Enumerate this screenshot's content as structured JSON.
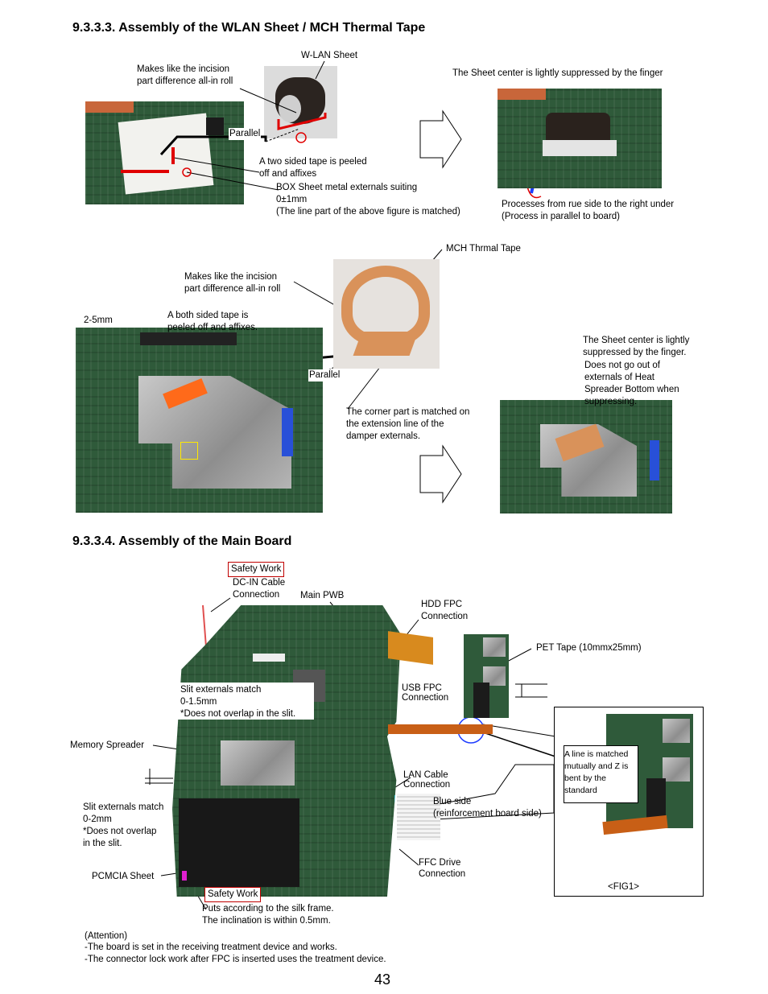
{
  "section_wlan": {
    "heading": "9.3.3.3. Assembly of the WLAN Sheet / MCH Thermal Tape",
    "wlan_sheet_label": "W-LAN Sheet",
    "incision_note_1": "Makes like the incision",
    "incision_note_2": "part difference all-in roll",
    "sheet_center_note": "The Sheet center is lightly suppressed by the finger",
    "parallel_label": "Parallel",
    "two_sided_1": "A two sided tape is peeled",
    "two_sided_2": "off and affixes",
    "box_sheet_1": "BOX Sheet metal externals suiting",
    "box_sheet_2": "0±1mm",
    "box_sheet_3": "(The line part of the above figure is matched)",
    "process_1": "Processes from rue side to the right under",
    "process_2": "(Process  in parallel to board)"
  },
  "section_mch": {
    "tape_label": "MCH Thrmal Tape",
    "incision_note_1": "Makes like the incision",
    "incision_note_2": "part difference all-in roll",
    "range_label": "2-5mm",
    "both_sided_1": "A both sided tape is",
    "both_sided_2": "peeled off and affixes.",
    "parallel_label": "Parallel",
    "center_note_1": "The Sheet center is lightly",
    "center_note_2": "suppressed by the finger.",
    "center_note_3": "Does not go out of",
    "center_note_4": "externals of Heat",
    "center_note_5": "Spreader Bottom when",
    "center_note_6": "suppressing.",
    "corner_1": "The corner part is matched on",
    "corner_2": "the extension line of the",
    "corner_3": "damper externals."
  },
  "section_main": {
    "heading": "9.3.3.4. Assembly of the Main Board",
    "safety_work": "Safety Work",
    "dcin_1": "DC-IN Cable",
    "dcin_2": "Connection",
    "main_pwb": "Main PWB",
    "hdd_1": "HDD FPC",
    "hdd_2": "Connection",
    "pet_tape": "PET Tape (10mmx25mm)",
    "slit1_1": "Slit externals match",
    "slit1_2": "0-1.5mm",
    "slit1_3": "*Does not overlap in the slit.",
    "usb_1": "USB FPC",
    "usb_2": "Connection",
    "memory_spreader": "Memory Spreader",
    "fig1_note_1": "A  line is matched",
    "fig1_note_2": "mutually and Z is",
    "fig1_note_3": "bent by the",
    "fig1_note_4": "standard",
    "lan_1": "LAN Cable",
    "lan_2": "Connection",
    "slit2_1": "Slit externals match",
    "slit2_2": "0-2mm",
    "slit2_3": "*Does not overlap",
    "slit2_4": "in the slit.",
    "blue_1": "Blue side",
    "blue_2": "(reinforcement board side)",
    "ffc_1": "FFC Drive",
    "ffc_2": "Connection",
    "pcmcia": "PCMCIA Sheet",
    "fig1_caption": "<FIG1>",
    "silk_1": "Puts according to the silk frame.",
    "silk_2": "The inclination is within 0.5mm."
  },
  "attention": {
    "title": "(Attention)",
    "line1": "-The board is set in the receiving treatment device and works.",
    "line2": "-The connector lock work after FPC is inserted uses the treatment device."
  },
  "page_number": "43",
  "colors": {
    "red": "#e00000",
    "blue": "#1e3cff",
    "orange": "#ff6a1a",
    "copper": "#d9925a",
    "cyan": "#2fd0f0",
    "magenta": "#e020d0"
  }
}
